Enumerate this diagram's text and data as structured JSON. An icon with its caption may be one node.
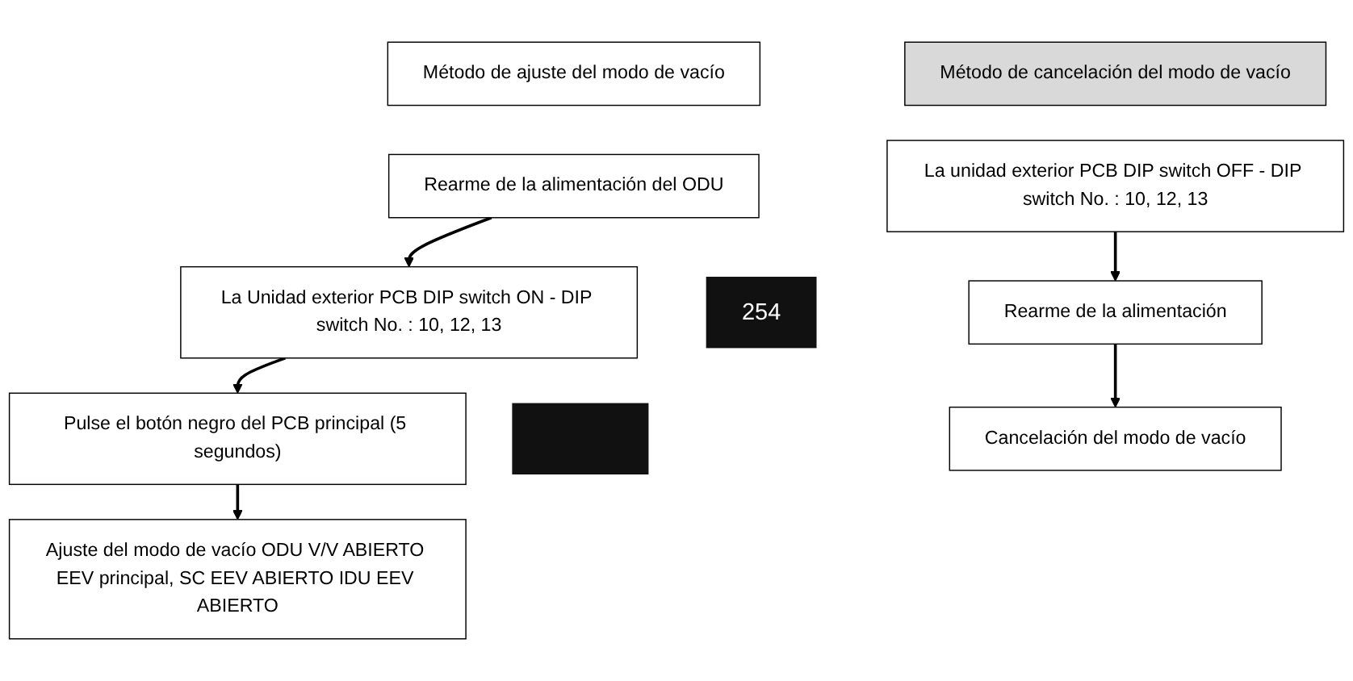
{
  "diagram": {
    "nodes": [
      {
        "text": [
          "Método de ajuste del modo de vacío"
        ]
      },
      {
        "text": [
          "Rearme de la alimentación del ODU"
        ]
      },
      {
        "text": [
          "La Unidad exterior PCB DIP switch ON - DIP switch No. : 10, 12, 13"
        ]
      },
      {
        "text": [
          "254"
        ]
      },
      {
        "text": [
          "Pulse el botón negro del PCB principal (5 segundos)"
        ]
      },
      {
        "text": [],
        "shape": "box"
      },
      {
        "text": [
          "Ajuste del modo de vacío ODU V/V ABIERTO EEV principal, SC EEV ABIERTO IDU EEV ABIERTO"
        ]
      },
      {
        "text": [
          "Método de cancelación del modo de vacío"
        ]
      },
      {
        "text": [
          "La unidad exterior PCB DIP switch OFF - DIP switch No. : 10, 12, 13"
        ]
      },
      {
        "text": [
          "Rearme de la alimentación"
        ]
      },
      {
        "text": [
          "Cancelación del modo de vacío"
        ]
      }
    ],
    "edges": [
      {
        "from": 1,
        "to": 2,
        "arrow": "to"
      },
      {
        "from": 2,
        "to": 4,
        "arrow": "to"
      },
      {
        "from": 4,
        "to": 6,
        "arrow": "to"
      },
      {
        "from": 8,
        "to": 9,
        "arrow": "to"
      },
      {
        "from": 9,
        "to": 10,
        "arrow": "to"
      }
    ]
  }
}
